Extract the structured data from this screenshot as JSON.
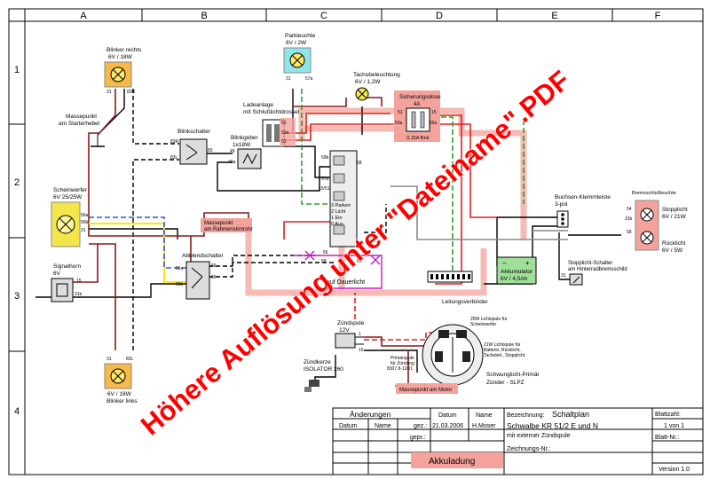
{
  "grid": {
    "columns": [
      "A",
      "B",
      "C",
      "D",
      "E",
      "F"
    ],
    "rows": [
      "1",
      "2",
      "3",
      "4"
    ]
  },
  "colors": {
    "brown": "#8b1a1a",
    "red": "#e0201e",
    "green": "#2ca02c",
    "yellow": "#ffe600",
    "blue": "#2a5bd7",
    "grey": "#888888",
    "purple": "#c020c0",
    "black": "#000000",
    "pink_highlight": "#f4a39c",
    "battery_green": "#9fe09a",
    "lamp_orange": "#f6b94a",
    "lamp_cyan": "#8fe6ea",
    "lamp_yellow": "#f3e64a",
    "watermark": "#ff0000"
  },
  "watermark": "Höhere Auflösung unter \"Dateiname\".PDF",
  "components": {
    "blinker_right": {
      "title": "Blinker rechts",
      "spec": "6V / 18W",
      "t1": "31",
      "t2": "83R"
    },
    "parkleuchte": {
      "title": "Parkleuchte",
      "spec": "6V / 2W",
      "t1": "31",
      "t2": "57a"
    },
    "tacho": {
      "title": "Tachobeleuchtung",
      "spec": "6V / 1,2W"
    },
    "sicherungsdose": {
      "title": "Sicherungsdose",
      "amp": "4A",
      "t51": "51",
      "t15": "15",
      "t59a": "59a",
      "t59a2": "59a",
      "fuse": "3,15A flink"
    },
    "ladeanlage": {
      "title1": "Ladeanlage",
      "title2": "mit Schlußlichtdrossel",
      "t51": "51",
      "t53a": "53a",
      "t51b": "51"
    },
    "masse_starter": {
      "title1": "Massepunkt",
      "title2": "am Starterhebel"
    },
    "blinkschalter": {
      "title": "Blinkschalter",
      "t83r": "83R",
      "t83l": "83L",
      "t83": "83"
    },
    "blinkgeber": {
      "title1": "Blinkgeber",
      "title2": "1x18W",
      "t49": "49",
      "t49a": "49a"
    },
    "zuendschloss": {
      "t59b": "59b",
      "t58": "58",
      "t57a": "57a",
      "t1551": "15/51",
      "t56": "56",
      "t58b": "58",
      "t59": "59",
      "stellung1": "3 Parken",
      "stellung2": "2 Licht",
      "stellung3": "1 Ein",
      "stellung4": "0 Aus"
    },
    "scheinwerfer": {
      "title1": "Scheinwerfer",
      "title2": "6V 25/25W",
      "t56a": "56a",
      "t56b": "56b",
      "t31": "31"
    },
    "masse_rahmen": {
      "title1": "Massepunkt",
      "title2": "am Rahmenstirnrohr"
    },
    "abblendschalter": {
      "title": "Abblendschalter",
      "t56a": "56a",
      "t56b": "56b",
      "t56": "56",
      "t66": "66"
    },
    "signalhorn": {
      "title1": "Signalhorn",
      "title2": "6V",
      "t15": "15",
      "t31b": "31b"
    },
    "dauerlicht": {
      "label": "auf Dauerlicht"
    },
    "akkumulator": {
      "title1": "Akkumulator",
      "title2": "6V / 4,5Ah",
      "minus": "–",
      "plus": "+"
    },
    "buchsen": {
      "title1": "Buchsen-Klemmleiste",
      "title2": "3-pol"
    },
    "bremsschluss": {
      "title": "Bremsschlußleuchte",
      "t54": "54",
      "t31b": "31b",
      "t58": "58"
    },
    "stopplicht": {
      "title": "Stopplicht",
      "spec": "6V / 21W"
    },
    "rucklicht": {
      "title": "Rücklicht",
      "spec": "6V / 5W"
    },
    "stopp_schalter": {
      "title1": "Stopplicht-Schalter",
      "title2": "am Hinterradbremsschild",
      "t31": "31"
    },
    "leitungsverbinder": {
      "title": "Leitungsverbinder"
    },
    "zuendspule": {
      "title1": "Zündspule",
      "title2": "12V",
      "t1": "1",
      "t15": "15"
    },
    "zuendkerze": {
      "title1": "Zündkerze",
      "title2": "ISOLATOR 260"
    },
    "primaerspule": {
      "title1": "Primärspule",
      "title2": "für Zündung",
      "title3": "8307.8-110/1"
    },
    "lichtspule25": {
      "title1": "25W Lichtspule für",
      "title2": "Scheinwerfer"
    },
    "lichtspule21": {
      "title1": "21W Lichtspule für",
      "title2": "Batterie, Rücklicht,",
      "title3": "Tachobel., Stopplicht"
    },
    "schwunglicht": {
      "title1": "Schwunglicht-Primär",
      "title2": "Zünder - SLPZ"
    },
    "masse_motor": {
      "label": "Massepunkt am Motor"
    },
    "blinker_left": {
      "title": "Blinker links",
      "spec": "6V / 18W",
      "t1": "31",
      "t2": "83L"
    }
  },
  "titleblock": {
    "aenderungen": "Änderungen",
    "datum_h": "Datum",
    "name_h": "Name",
    "datum_col": "Datum",
    "name_col": "Name",
    "gez": "gez.:",
    "gez_datum": "21.03.2006",
    "gez_name": "H.Moser",
    "gepr": "gepr.:",
    "bezeichnung_label": "Bezeichnung:",
    "bezeichnung": "Schaltplan",
    "line1": "Schwalbe KR 51/2 E und N",
    "line2": "mit externer Zündspule",
    "blattzahl_label": "Blattzahl:",
    "blattzahl": "1 von 1",
    "blatt_nr_label": "Blatt-Nr.:",
    "zeichnungs_label": "Zeichnungs-Nr.:",
    "akkuladung": "Akkuladung",
    "version": "Version 1.0"
  }
}
